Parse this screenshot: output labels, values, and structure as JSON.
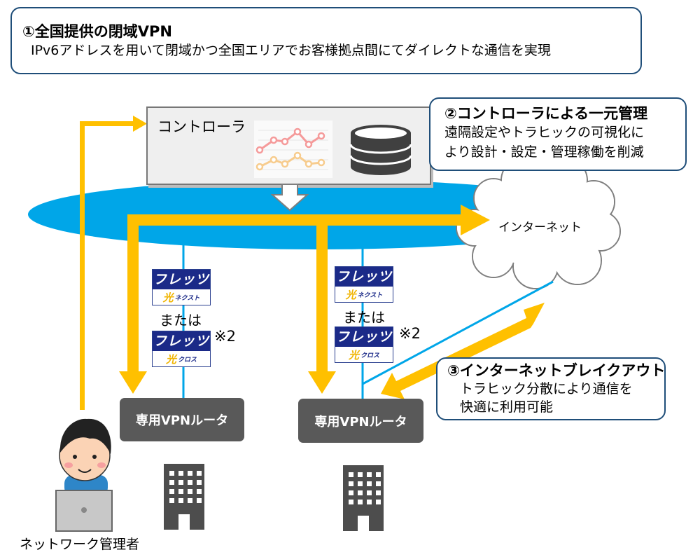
{
  "callout1": {
    "title": "①全国提供の閉域VPN",
    "body": "IPv6アドレスを用いて閉域かつ全国エリアでお客様拠点間にてダイレクトな通信を実現"
  },
  "callout2": {
    "title": "②コントローラによる一元管理",
    "body_line1": "遠隔設定やトラヒックの可視化に",
    "body_line2": "より設計・設定・管理稼働を削減"
  },
  "callout3": {
    "title": "③インターネットブレイクアウト",
    "body_line1": "トラヒック分散により通信を",
    "body_line2": "快適に利用可能"
  },
  "controller": {
    "label": "コントローラ",
    "icons": [
      "line-chart-icon",
      "database-icon"
    ]
  },
  "internet": {
    "label": "インターネット",
    "icon": "cloud-icon"
  },
  "site1": {
    "router_label": "専用VPNルータ",
    "service_a": {
      "main": "フレッツ",
      "hikari": "光",
      "sub": "ネクスト"
    },
    "or_label": "または",
    "service_b": {
      "main": "フレッツ",
      "hikari": "光",
      "sub": "クロス"
    },
    "note": "※2",
    "building_icon": "office-building-icon"
  },
  "site2": {
    "router_label": "専用VPNルータ",
    "service_a": {
      "main": "フレッツ",
      "hikari": "光",
      "sub": "ネクスト"
    },
    "or_label": "または",
    "service_b": {
      "main": "フレッツ",
      "hikari": "光",
      "sub": "クロス"
    },
    "note": "※2",
    "building_icon": "office-building-icon"
  },
  "admin": {
    "label": "ネットワーク管理者",
    "icon": "person-with-laptop-icon"
  },
  "colors": {
    "network_ellipse": "#00a6e8",
    "arrow": "#ffc000",
    "router": "#595959",
    "callout_border": "#1f4e79",
    "flets_blue": "#1b2a88",
    "building": "#4d4d4d"
  }
}
